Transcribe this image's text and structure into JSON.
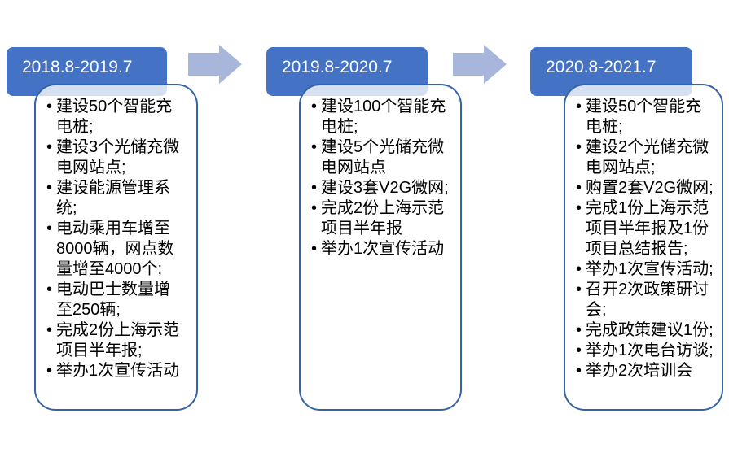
{
  "colors": {
    "header_bg": "#4472c4",
    "header_text": "#ffffff",
    "box_border": "#3563a5",
    "box_fill": "rgba(255,255,255,0.78)",
    "arrow": "#a9b6dc",
    "body_text": "#000000"
  },
  "columns": [
    {
      "period": "2018.8-2019.7",
      "items": [
        "建设50个智能充\n电桩;",
        "建设3个光储充微\n电网站点;",
        "建设能源管理系\n统;",
        "电动乘用车增至\n8000辆，网点数\n量增至4000个;",
        "电动巴士数量增\n至250辆;",
        "完成2份上海示范\n项目半年报;",
        "举办1次宣传活动"
      ]
    },
    {
      "period": "2019.8-2020.7",
      "items": [
        "建设100个智能充\n电桩;",
        "建设5个光储充微\n电网站点",
        "建设3套V2G微网;",
        "完成2份上海示范\n项目半年报",
        "举办1次宣传活动"
      ]
    },
    {
      "period": "2020.8-2021.7",
      "items": [
        "建设50个智能充\n电桩;",
        "建设2个光储充微\n电网站点;",
        "购置2套V2G微网;",
        "完成1份上海示范\n项目半年报及1份\n项目总结报告;",
        "举办1次宣传活动;",
        "召开2次政策研讨\n会;",
        "完成政策建议1份;",
        "举办1次电台访谈;",
        "举办2次培训会"
      ]
    }
  ]
}
